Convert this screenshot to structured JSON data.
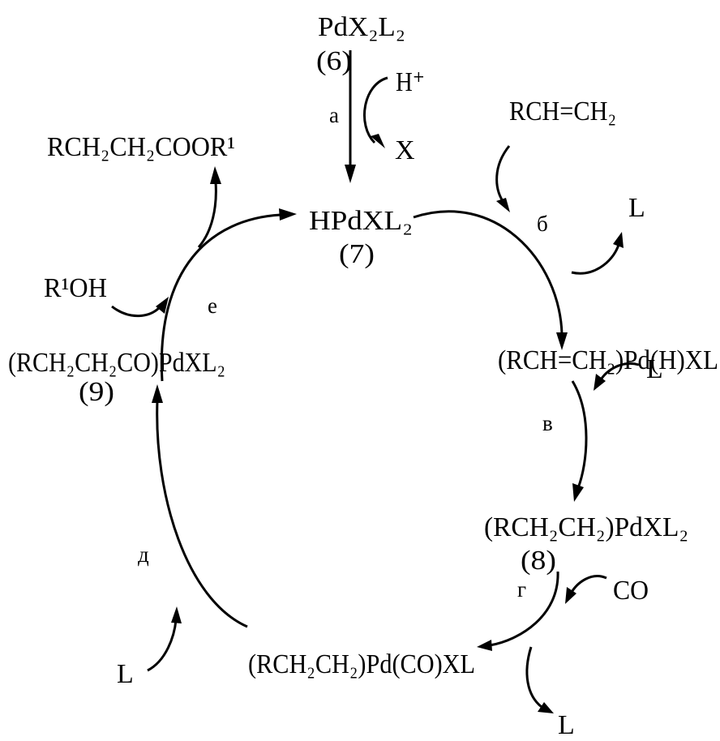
{
  "compounds": {
    "c6": {
      "text": "PdX₂L₂",
      "number": "(6)"
    },
    "c7": {
      "text": "HPdXL₂",
      "number": "(7)"
    },
    "alkene_complex": {
      "text": "(RCH=CH₂)Pd(H)XL"
    },
    "c8": {
      "text": "(RCH₂CH₂)PdXL₂",
      "number": "(8)"
    },
    "carbonyl_complex": {
      "text": "(RCH₂CH₂)Pd(CO)XL"
    },
    "c9": {
      "text": "(RCH₂CH₂CO)PdXL₂",
      "number": "(9)"
    }
  },
  "reagents": {
    "h_plus": "H⁺",
    "x_out": "X",
    "alkene": "RCH=CH₂",
    "l_out_b": "L",
    "l_in_v": "L",
    "co": "CO",
    "l_out_g": "L",
    "l_in_d": "L",
    "alcohol": "R¹OH",
    "ester": "RCH₂CH₂COOR¹"
  },
  "steps": {
    "a": "а",
    "b": "б",
    "v": "в",
    "g": "г",
    "d": "д",
    "e": "е"
  },
  "colors": {
    "ink": "#000000",
    "background": "#ffffff"
  }
}
